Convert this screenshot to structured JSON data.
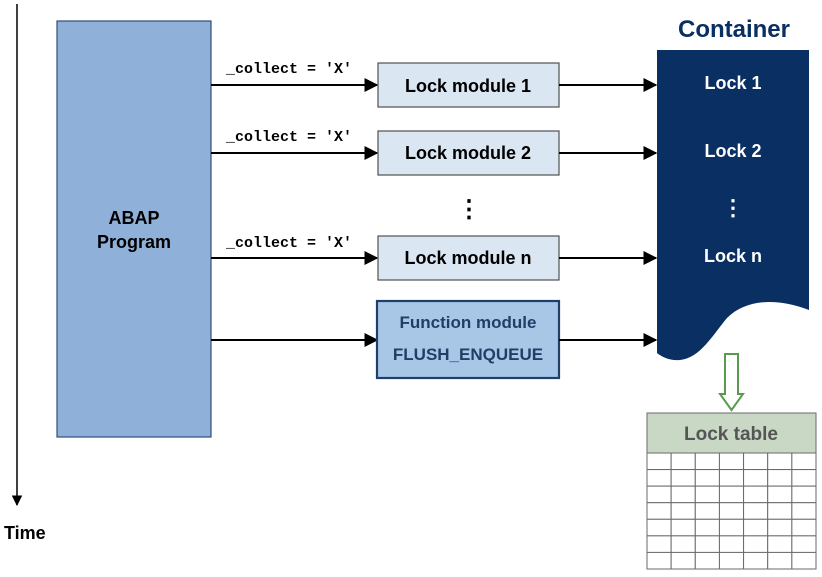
{
  "time_axis": {
    "label": "Time"
  },
  "abap_program": {
    "line1": "ABAP",
    "line2": "Program"
  },
  "calls": [
    {
      "param": "_collect = 'X'",
      "module": "Lock module 1"
    },
    {
      "param": "_collect = 'X'",
      "module": "Lock module 2"
    },
    {
      "param": "_collect = 'X'",
      "module": "Lock module n"
    }
  ],
  "ellipsis": "⋮",
  "function_module": {
    "line1": "Function module",
    "line2": "FLUSH_ENQUEUE"
  },
  "container": {
    "title": "Container",
    "locks": [
      "Lock 1",
      "Lock 2",
      "Lock n"
    ]
  },
  "lock_table": {
    "title": "Lock table",
    "rows": 7,
    "cols": 7
  },
  "colors": {
    "abap_fill": "#8fb1d9",
    "abap_border": "#2e4f75",
    "module_fill": "#dae6f2",
    "module_border": "#505050",
    "fm_fill": "#a8c6e6",
    "fm_border": "#1f3f66",
    "fm_text": "#1f3f66",
    "container_fill": "#0a2f62",
    "container_title": "#0a2f62",
    "table_header": "#c9d8c4",
    "table_border": "#6a6a6a",
    "green_arrow": "#5a9a4e",
    "line": "#000000"
  }
}
